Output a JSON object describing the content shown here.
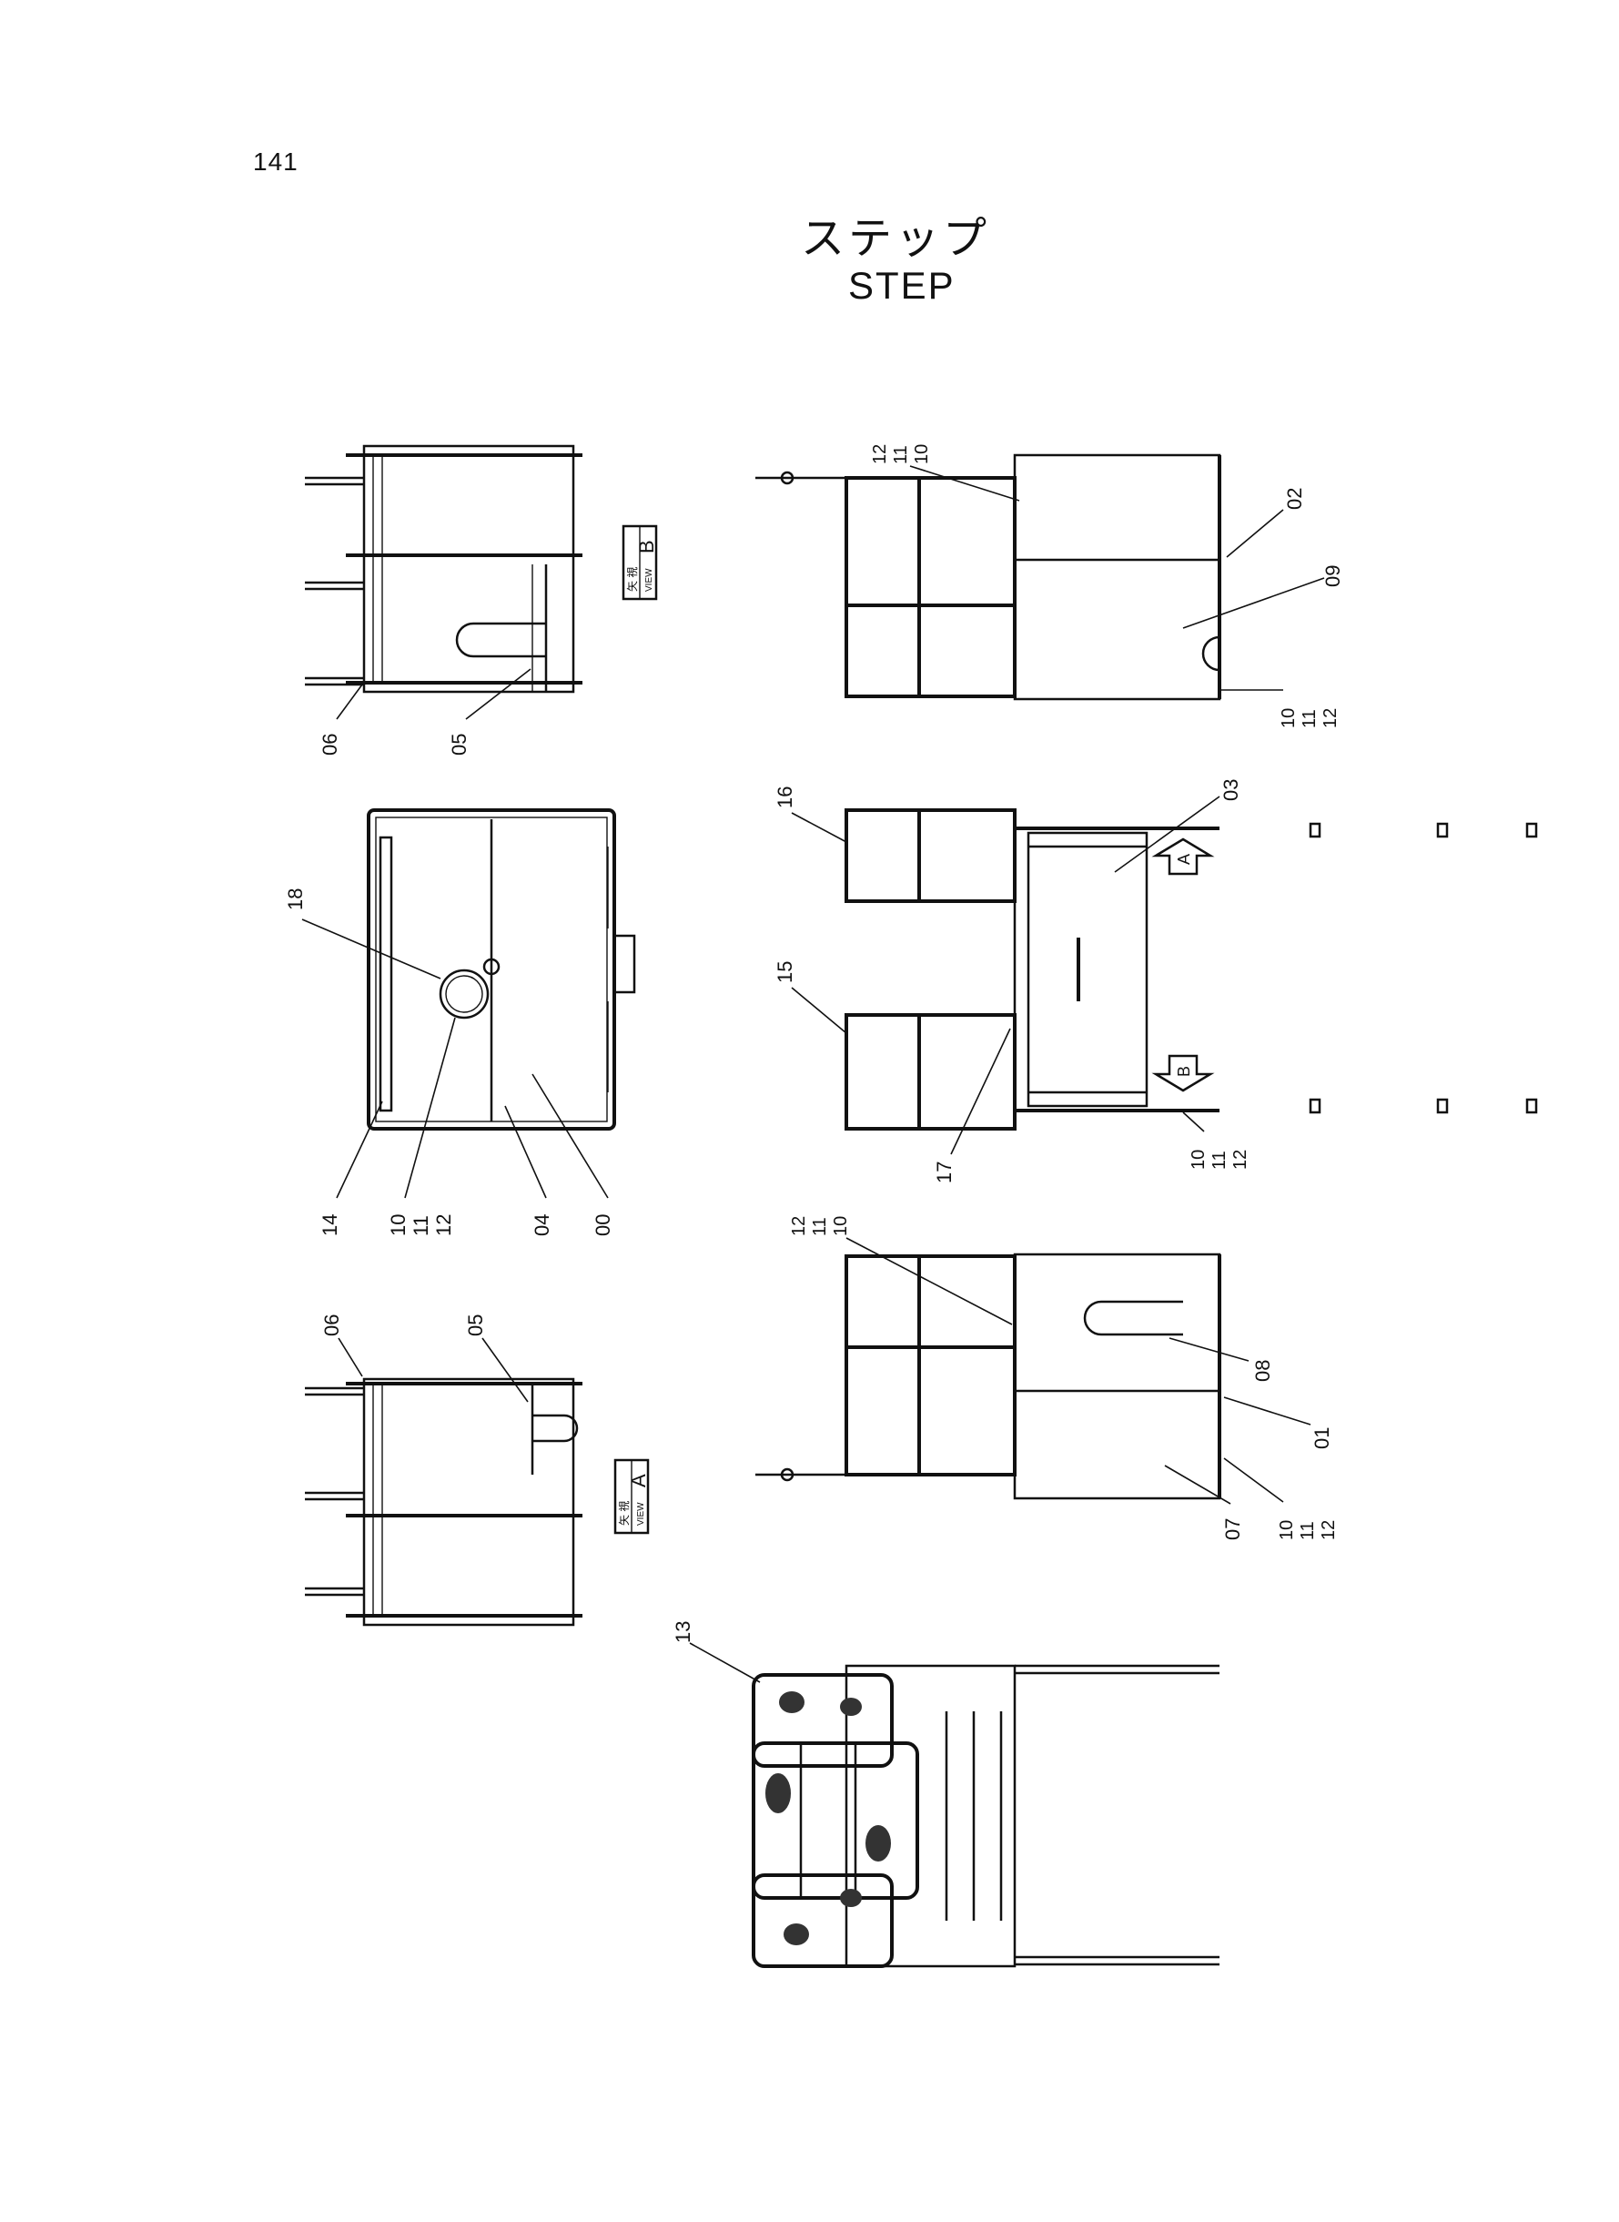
{
  "page_number": "141",
  "title_jp": "ステップ",
  "title_en": "STEP",
  "view_labels": {
    "view_b": {
      "kanji": "矢 視",
      "word": "VIEW",
      "letter": "B"
    },
    "view_a": {
      "kanji": "矢 視",
      "word": "VIEW",
      "letter": "A"
    }
  },
  "arrow_labels": {
    "a": "A",
    "b": "B"
  },
  "callouts": {
    "c01": "01",
    "c02": "02",
    "c03": "03",
    "c04": "04",
    "c05": "05",
    "c06": "06",
    "c07": "07",
    "c08": "08",
    "c09": "09",
    "c00": "00",
    "c13": "13",
    "c14": "14",
    "c15": "15",
    "c16": "16",
    "c17": "17",
    "c18": "18",
    "c10": "10",
    "c11": "11",
    "c12": "12"
  }
}
